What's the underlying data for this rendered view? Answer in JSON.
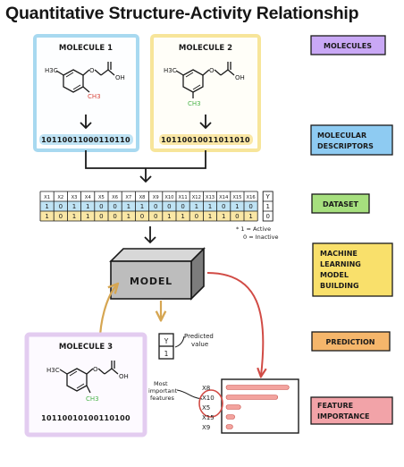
{
  "title": "Quantitative Structure-Activity Relationship",
  "colors": {
    "ink": "#1a1a1a",
    "blue_frame": "#a8d9f0",
    "yellow_frame": "#f7e59a",
    "lilac_frame": "#e3ccf0",
    "green_atom": "#49b34a",
    "red_atom": "#d8453b",
    "row_blue": "#bfe3f4",
    "row_yellow": "#fae7a5",
    "arrow_orange": "#d6a652",
    "arrow_red": "#d14b45",
    "bar_red": "#f3a39e",
    "label_purple": "#c9a8f5",
    "label_blue": "#8ecbf2",
    "label_green": "#a6df7e",
    "label_yellow": "#f9e06b",
    "label_orange": "#f5b66b",
    "label_pink": "#f2a3a8"
  },
  "molecule1": {
    "title": "MOLECULE 1",
    "left_group": "H3C",
    "oh": "OH",
    "o": "O",
    "sub": "CH3",
    "bits": "10110011000110110"
  },
  "molecule2": {
    "title": "MOLECULE 2",
    "left_group": "H3C",
    "oh": "OH",
    "o": "O",
    "sub": "CH3",
    "bits": "10110010011011010"
  },
  "molecule3": {
    "title": "MOLECULE 3",
    "left_group": "H3C",
    "oh": "OH",
    "o": "O",
    "sub": "CH3",
    "bits": "10110010100110100"
  },
  "dataset": {
    "headers": [
      "X1",
      "X2",
      "X3",
      "X4",
      "X5",
      "X6",
      "X7",
      "X8",
      "X9",
      "X10",
      "X11",
      "X12",
      "X13",
      "X14",
      "X15",
      "X16"
    ],
    "y_header": "Y",
    "row1": [
      "1",
      "0",
      "1",
      "1",
      "0",
      "0",
      "1",
      "1",
      "0",
      "0",
      "0",
      "1",
      "1",
      "0",
      "1",
      "0"
    ],
    "row1_y": "1",
    "row2": [
      "1",
      "0",
      "1",
      "1",
      "0",
      "0",
      "1",
      "0",
      "0",
      "1",
      "1",
      "0",
      "1",
      "1",
      "0",
      "1"
    ],
    "row2_y": "0",
    "legend_active": "* 1 = Active",
    "legend_inactive": "0 = Inactive"
  },
  "model_label": "MODEL",
  "prediction_box": {
    "y": "Y",
    "value": "1",
    "label": "Predicted value"
  },
  "features": {
    "caption": "Most important features",
    "items": [
      {
        "name": "X8",
        "importance": 0.95
      },
      {
        "name": "X10",
        "importance": 0.78
      },
      {
        "name": "X5",
        "importance": 0.22
      },
      {
        "name": "X15",
        "importance": 0.13
      },
      {
        "name": "X9",
        "importance": 0.1
      }
    ]
  },
  "side_labels": {
    "molecules": "MOLECULES",
    "descriptors": "MOLECULAR DESCRIPTORS",
    "dataset": "DATASET",
    "model_building": "MACHINE LEARNING MODEL BUILDING",
    "prediction": "PREDICTION",
    "importance": "FEATURE IMPORTANCE"
  }
}
